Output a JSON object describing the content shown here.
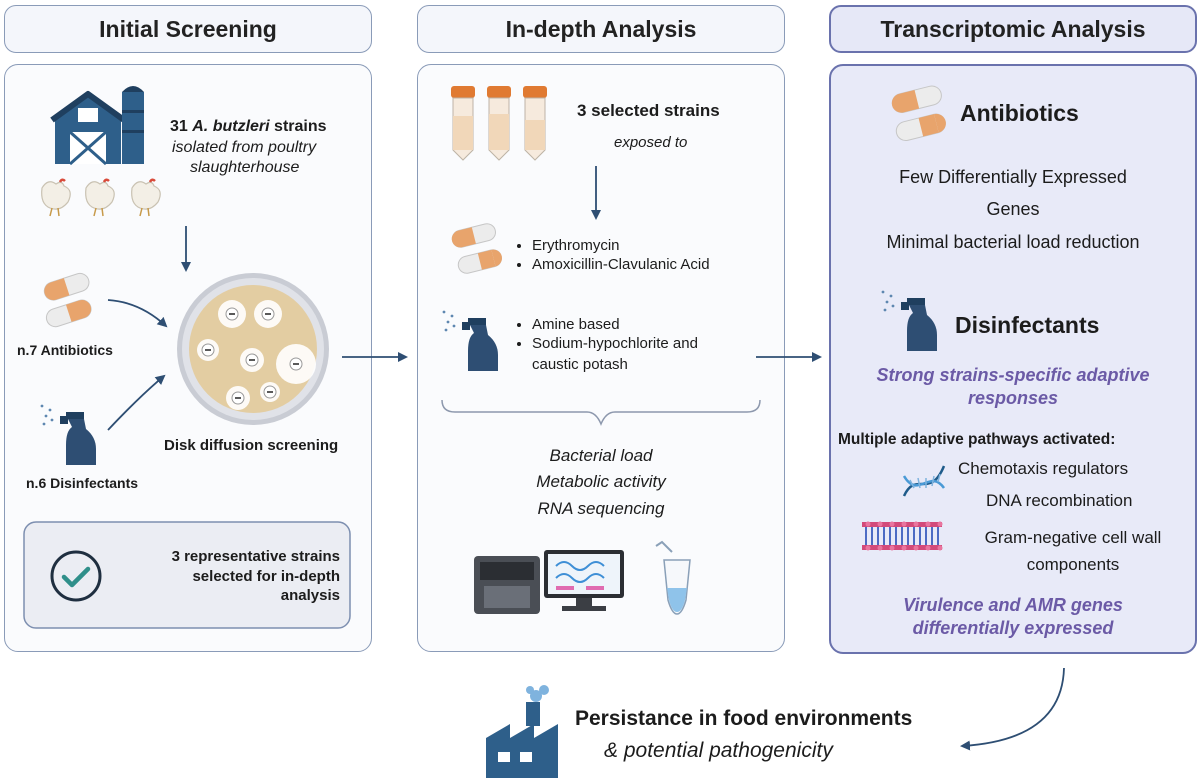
{
  "headers": {
    "initial": "Initial Screening",
    "indepth": "In-depth Analysis",
    "transcriptomic": "Transcriptomic Analysis"
  },
  "initial": {
    "strains_count": "31",
    "strains_species": "A. butzleri",
    "strains_word": "strains",
    "isolated_line1": "isolated from poultry",
    "isolated_line2": "slaughterhouse",
    "antibiotics": "n.7 Antibiotics",
    "disinfectants": "n.6 Disinfectants",
    "disk_label": "Disk diffusion screening",
    "selected_line1": "3 representative strains",
    "selected_line2": "selected for in-depth",
    "selected_line3": "analysis"
  },
  "indepth": {
    "strains": "3 selected strains",
    "exposed": "exposed to",
    "antibiotics": [
      "Erythromycin",
      "Amoxicillin-Clavulanic Acid"
    ],
    "disinfectants": [
      "Amine based",
      "Sodium-hypochlorite and",
      "caustic potash"
    ],
    "measures": [
      "Bacterial load",
      "Metabolic activity",
      "RNA sequencing"
    ]
  },
  "transcriptomic": {
    "antibiotics_title": "Antibiotics",
    "antibiotics_lines": [
      "Few Differentially Expressed",
      "Genes",
      "Minimal bacterial load reduction"
    ],
    "disinfectants_title": "Disinfectants",
    "strong_line1": "Strong strains-specific adaptive",
    "strong_line2": "responses",
    "pathways": "Multiple adaptive pathways activated:",
    "chemotaxis": "Chemotaxis regulators",
    "dna": "DNA recombination",
    "gram_line1": "Gram-negative cell wall",
    "gram_line2": "components",
    "virulence_line1": "Virulence and AMR genes",
    "virulence_line2": "differentially expressed"
  },
  "bottom": {
    "line1": "Persistance in food environments",
    "line2": "& potential pathogenicity"
  },
  "colors": {
    "navy": "#2e4e73",
    "pill_orange": "#e8a46c",
    "pill_cream": "#ececec",
    "purple_text": "#6b5aa6",
    "panel_border": "#8a9bb8",
    "dark_border": "#6a72ad"
  }
}
